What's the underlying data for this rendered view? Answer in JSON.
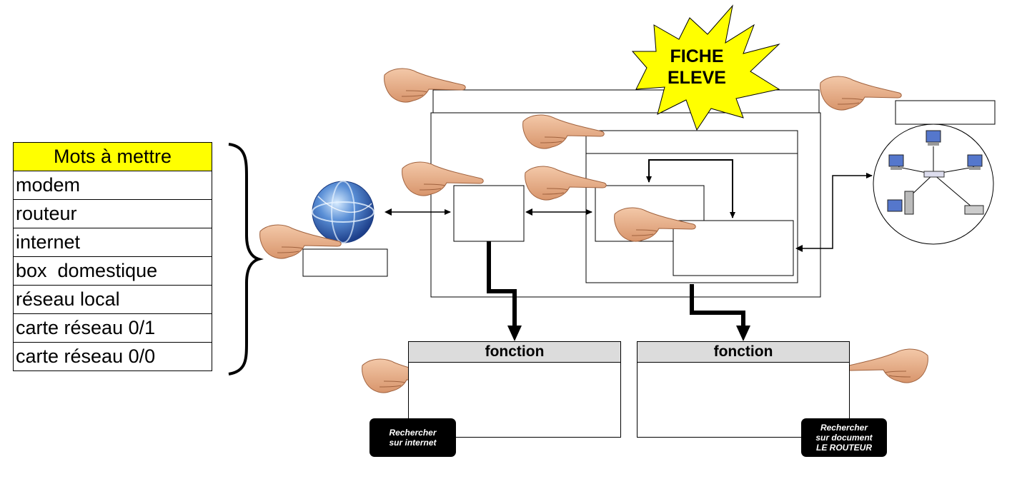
{
  "word_table": {
    "header": "Mots à mettre",
    "words": [
      "modem",
      "routeur",
      "internet",
      "box  domestique",
      "réseau local",
      "carte réseau 0/1",
      "carte réseau 0/0"
    ]
  },
  "badge": {
    "line1": "FICHE",
    "line2": "ELEVE"
  },
  "function_boxes": [
    {
      "title": "fonction"
    },
    {
      "title": "fonction"
    }
  ],
  "notes": [
    {
      "line1": "Rechercher",
      "line2": "sur internet",
      "line3": ""
    },
    {
      "line1": "Rechercher",
      "line2": "sur document",
      "line3": "LE ROUTEUR"
    }
  ],
  "icons": [
    "globe-icon",
    "network-icon",
    "pointing-hand-icon"
  ],
  "colors": {
    "header_bg": "#ffff00",
    "star_fill": "#ffff00",
    "function_header_bg": "#dcdcdc",
    "note_bg": "#000000"
  }
}
